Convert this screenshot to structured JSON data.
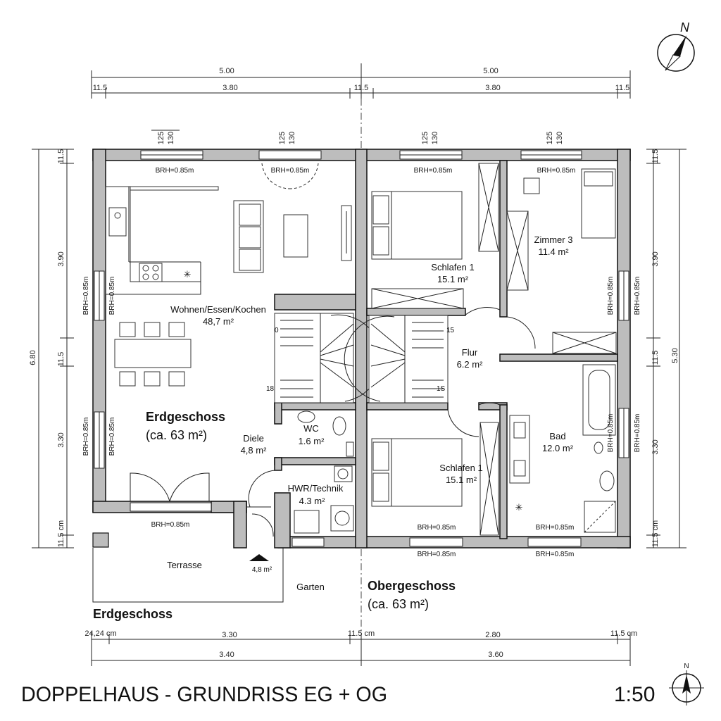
{
  "title": "DOPPELHAUS - GRUNDRISS EG + OG",
  "scale": "1:50",
  "north": "N",
  "floors": {
    "eg_label": "Erdgeschoss",
    "eg_area": "(ca. 63 m²)",
    "og_label": "Obergeschoss",
    "og_area": "(ca. 63 m²)",
    "eg_bottom_label": "Erdgeschoss"
  },
  "rooms": {
    "wohnen_name": "Wohnen/Essen/Kochen",
    "wohnen_area": "48,7 m²",
    "diele_name": "Diele",
    "diele_area": "4,8 m²",
    "wc_name": "WC",
    "wc_area": "1.6 m²",
    "hwr_name": "HWR/Technik",
    "hwr_area": "4.3 m²",
    "schlafen1_name": "Schlafen 1",
    "schlafen1_area": "15.1 m²",
    "schlafen2_name": "Schlafen 1",
    "schlafen2_area": "15.1 m²",
    "zimmer3_name": "Zimmer 3",
    "zimmer3_area": "11.4 m²",
    "flur_name": "Flur",
    "flur_area": "6.2 m²",
    "bad_name": "Bad",
    "bad_area": "12.0 m²",
    "terrasse": "Terrasse",
    "entrance_area": "4,8 m²",
    "garten": "Garten"
  },
  "brh": "BRH=0.85m",
  "stairs": {
    "eg_start": "0",
    "eg_end": "18",
    "og_start": "15",
    "og_end": "1S"
  },
  "dims_top": {
    "left_total": "5.00",
    "right_total": "5.00",
    "wall_a": "11.5",
    "left_inner": "3.80",
    "wall_mid": "11.5",
    "right_inner": "3.80",
    "wall_b": "11.5",
    "w1a": "125",
    "w1b": "130",
    "w2a": "125",
    "w2b": "130",
    "w3a": "125",
    "w3b": "130",
    "w4a": "125",
    "w4b": "130"
  },
  "dims_left": {
    "total": "6.80",
    "top_wall": "11.5",
    "upper": "3.90",
    "mid_wall": "11.5",
    "lower": "3.30",
    "bottom_wall": "11.5 cm"
  },
  "dims_right": {
    "total": "5.30",
    "top_wall": "11.5",
    "upper": "3.90",
    "mid_wall": "11.5",
    "lower": "3.30",
    "bottom_wall": "11.5 cm"
  },
  "dims_bottom": {
    "a": "24,24 cm",
    "b": "3.30",
    "c": "11.5 cm",
    "d": "2.80",
    "e": "11.5 cm",
    "left_total": "3.40",
    "right_total": "3.60"
  }
}
